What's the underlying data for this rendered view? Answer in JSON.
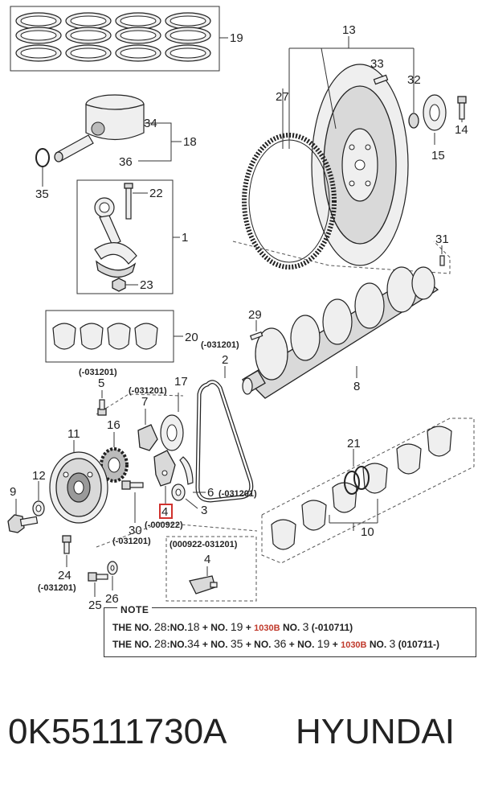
{
  "callouts": {
    "c19": "19",
    "c13": "13",
    "c33": "33",
    "c27": "27",
    "c32": "32",
    "c14": "14",
    "c15": "15",
    "c34": "34",
    "c18": "18",
    "c36": "36",
    "c35": "35",
    "c22": "22",
    "c1": "1",
    "c23": "23",
    "c31": "31",
    "c20": "20",
    "c29": "29",
    "c2": "2",
    "c8": "8",
    "c17": "17",
    "c5": "5",
    "c7": "7",
    "c16": "16",
    "c11": "11",
    "c21": "21",
    "c9": "9",
    "c12": "12",
    "c6": "6",
    "c3": "3",
    "c4": "4",
    "c30": "30",
    "c10": "10",
    "c24": "24",
    "c25": "25",
    "c26": "26",
    "c4b": "4"
  },
  "dates": {
    "d31201_top": "(-031201)",
    "d31201_5": "(-031201)",
    "d31201_7": "(-031201)",
    "d31201_6": "(-031201)",
    "d922": "(-000922)",
    "d31201_30": "(-031201)",
    "d31201_24": "(-031201)",
    "d922_31201": "(000922-031201)"
  },
  "note": {
    "title": "NOTE",
    "line1": {
      "pre": "THE NO.",
      "n1": "28",
      "c1": ":NO.",
      "n2": "18",
      "p1": "+ NO.",
      "n3": "19",
      "p2": "+",
      "code": "1030B",
      "p3": "NO.",
      "n4": "3",
      "tail": "(-010711)"
    },
    "line2": {
      "pre": "THE NO.",
      "n1": "28",
      "c1": ":NO.",
      "n2": "34",
      "p1": "+ NO.",
      "n3": "35",
      "p2": "+ NO.",
      "n4": "36",
      "p3": "+ NO.",
      "n5": "19",
      "p4": "+",
      "code": "1030B",
      "p5": "NO.",
      "n6": "3",
      "tail": "(010711-)"
    }
  },
  "footer": {
    "part_number": "0K55111730A",
    "brand": "HYUNDAI"
  },
  "colors": {
    "highlight": "#d0312d",
    "note_code": "#c0392b"
  }
}
